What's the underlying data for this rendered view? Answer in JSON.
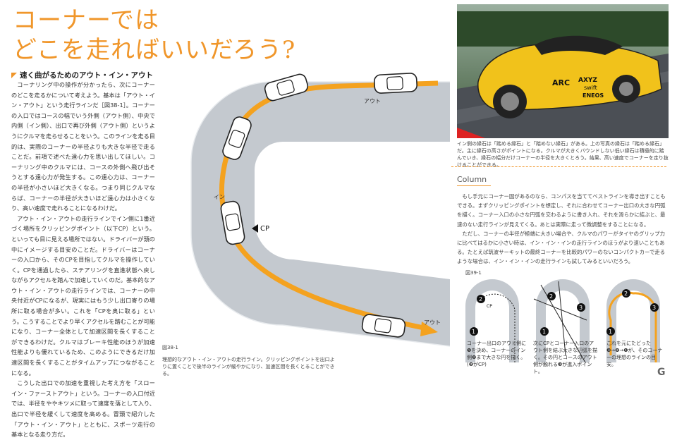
{
  "title": {
    "line1": "コーナーでは",
    "line2": "どこを走ればいいだろう?"
  },
  "section_heading": "速く曲がるためのアウト・イン・アウト",
  "body_paragraphs": [
    "コーナリング中の操作が分かったら、次にコーナーのどこを走るかについて考えよう。基本は「アウト・イン・アウト」という走行ラインだ［図38-1］。コーナーの入口ではコースの幅でいう外側（アウト側）、中央で内側（イン側）、出口で再び外側（アウト側）というようにクルマを走らせることをいう。このラインを走る目的は、実際のコーナーの半径よりも大きな半径で走ることだ。前項で述べた遠心力を思い出してほしい。コーナリング中のクルマには、コースの外側へ飛び出そうとする遠心力が発生する。この遠心力は、コーナーの半径が小さいほど大きくなる。つまり同じクルマならば、コーナーの半径が大きいほど遠心力は小さくなり、高い速度で走れることになるわけだ。",
    "アウト・イン・アウトの走行ラインでイン側に1番近づく場所をクリッピングポイント（以下CP）という。といっても目に見える場所ではない。ドライバーが頭の中にイメージする目安のことだ。ドライバーはコーナーの入口から、そのCPを目指してクルマを操作していく。CPを通過したら、ステアリングを直進状態へ戻しながらアクセルを踏んで加速していくのだ。基本的なアウト・イン・アウトの走行ラインでは、コーナーの中央付近がCPになるが、現実にはもう少し出口寄りの場所に取る場合が多い。これを「CPを奥に取る」という。こうすることでより早くアクセルを踏むことが可能になり、コーナー全体として加速区間を長くすることができるわけだ。クルマはブレーキ性能のほうが加速性能よりも優れているため、このようにできるだけ加速区間を長くすることがタイムアップにつながることになる。",
    "こうした出口での加速を重視した考え方を「スローイン・ファーストアウト」という。コーナーの入口付近では、半径をややキツメに取って速度を落として入り、出口で半径を緩くして速度を高める。冒頭で紹介した「アウト・イン・アウト」とともに、スポーツ走行の基本となる走り方だ。"
  ],
  "diagram_labels": {
    "out_top": "アウト",
    "in": "イン",
    "cp": "CP",
    "out_bottom": "アウト"
  },
  "figure_38_1": {
    "label": "図38-1",
    "caption": "理想的なアウト・イン・アウトの走行ライン。クリッピングポイントを出口よりに置くことで後半のラインが緩やかになり、加速区間を長くとることができる。"
  },
  "photo": {
    "car_texts": [
      "ARC",
      "AXYZ",
      "swift",
      "ENEOS"
    ],
    "caption": "イン側の縁石は「踏める縁石」と「踏めない縁石」がある。上の写真の縁石は「踏める縁石」だ。主に縁石の高さがポイントになる。クルマが大きくバウンドしない低い縁石は積極的に踏んでいき、縁石の幅分だけコーナーの半径を大きくとろう。結果、高い速度でコーナーを走り抜けることができる。"
  },
  "column": {
    "title": "Column",
    "paragraphs": [
      "もし手元にコーナー図があるのなら、コンパスを当ててベストラインを導き出すこともできる。まずクリッピングポイントを想定し、それに合わせてコーナー出口の大きな円弧を描く。コーナー入口の小さな円弧を交わるように書き入れ、それを滑らかに結ぶと、最速のない走行ラインが見えてくる。あとは実際に走って微調整をすることになる。",
      "ただし、コーナーの半径が極端に大きい場合や、クルマのパワーがタイヤのグリップ力に比べてはるかに小さい時は、イン・イン・インの走行ラインのほうがより速いこともある。たとえば筑波サーキットの最終コーナーを比較的パワーのないコンパクトカーで走るような場合は、イン・イン・インの走行ラインも試してみるといいだろう。"
    ]
  },
  "figure_39_1": {
    "label": "図39-1",
    "captions": [
      "コーナー出口のアウト側に❶を決め、コーナーのイン側❷まで大きな円を描く。(❷がCP)",
      "次にCPとコーナー入口のアウト側を結ぶ大きな円弧を描く。その円とコースのアウト側が触れる❸が進入ポイント。",
      "これを元にたどった❸→❷→❶が、そのコーナーの理想のラインの目安。"
    ],
    "panel1_nums": [
      "2",
      "1"
    ],
    "panel2_nums": [
      "2",
      "3",
      "1"
    ],
    "panel3_nums": [
      "2",
      "3",
      "1"
    ],
    "cp": "CP"
  },
  "logo_text": "G",
  "colors": {
    "accent": "#f0962a",
    "road": "#c4c9cf",
    "line": "#f4a21f"
  }
}
